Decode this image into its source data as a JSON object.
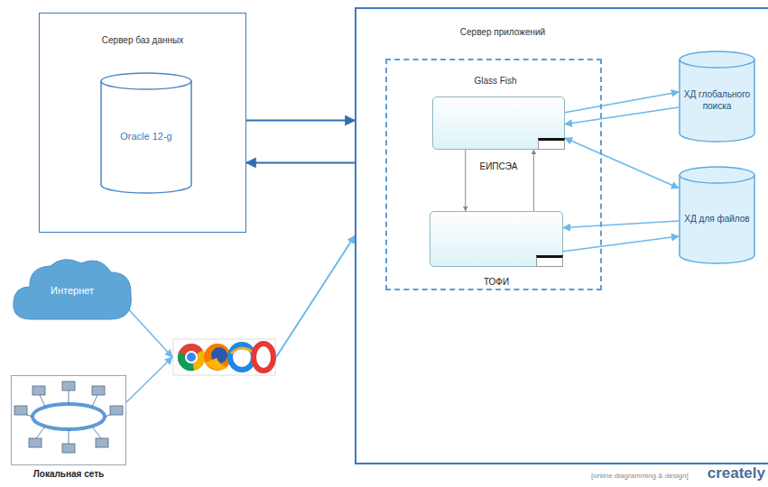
{
  "diagram": {
    "nodes": [
      {
        "text": [
          "Сервер баз данных"
        ]
      },
      {
        "text": [
          "Oracle 12-g"
        ],
        "in": 0
      },
      {
        "text": [
          "Сервер приложений"
        ]
      },
      {
        "text": [
          "Glass Fish"
        ],
        "in": 2
      },
      {
        "text": [
          "ЕИПСЭА"
        ],
        "in": 3
      },
      {
        "text": [
          "ТОФИ"
        ],
        "in": 3
      },
      {
        "text": [
          "ХД глобального поиска"
        ],
        "in": 2
      },
      {
        "text": [
          "ХД для файлов"
        ],
        "in": 2
      },
      {
        "text": [
          "Интернет"
        ]
      },
      {
        "text": [
          "Локальная сеть"
        ]
      }
    ],
    "edges": [
      {
        "from": 0,
        "to": 2,
        "arrow": "to"
      },
      {
        "from": 2,
        "to": 0,
        "arrow": "to"
      },
      {
        "from": 4,
        "to": 5,
        "arrow": "to"
      },
      {
        "from": 5,
        "to": 4,
        "arrow": "to"
      },
      {
        "from": 4,
        "to": 6,
        "arrow": "to"
      },
      {
        "from": 6,
        "to": 4,
        "arrow": "to"
      },
      {
        "from": 4,
        "to": 7,
        "arrow": "both"
      },
      {
        "from": 5,
        "to": 7,
        "arrow": "to"
      },
      {
        "from": 7,
        "to": 5,
        "arrow": "to"
      },
      {
        "from": 8,
        "to": 2,
        "arrow": "to"
      },
      {
        "from": 9,
        "to": 2,
        "arrow": "to"
      }
    ],
    "labels": [
      "[online diagramming & design]",
      "creately"
    ]
  }
}
